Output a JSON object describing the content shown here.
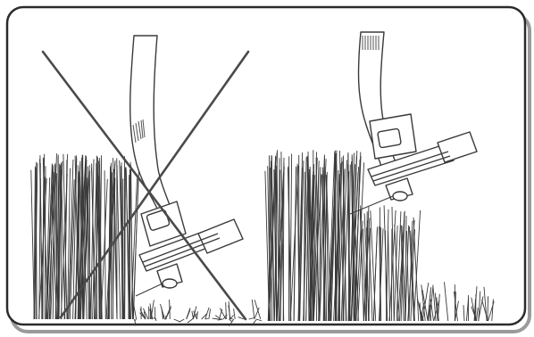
{
  "figure": {
    "panels": [
      {
        "id": "incorrect",
        "mark": "cross-out"
      },
      {
        "id": "correct",
        "mark": "none"
      }
    ]
  },
  "colors": {
    "ink": "#3a3a3a",
    "cross": "#4a4a4a",
    "frame": "#2b2b2b",
    "frame_shadow": "#9a9a9a",
    "background": "#ffffff"
  }
}
